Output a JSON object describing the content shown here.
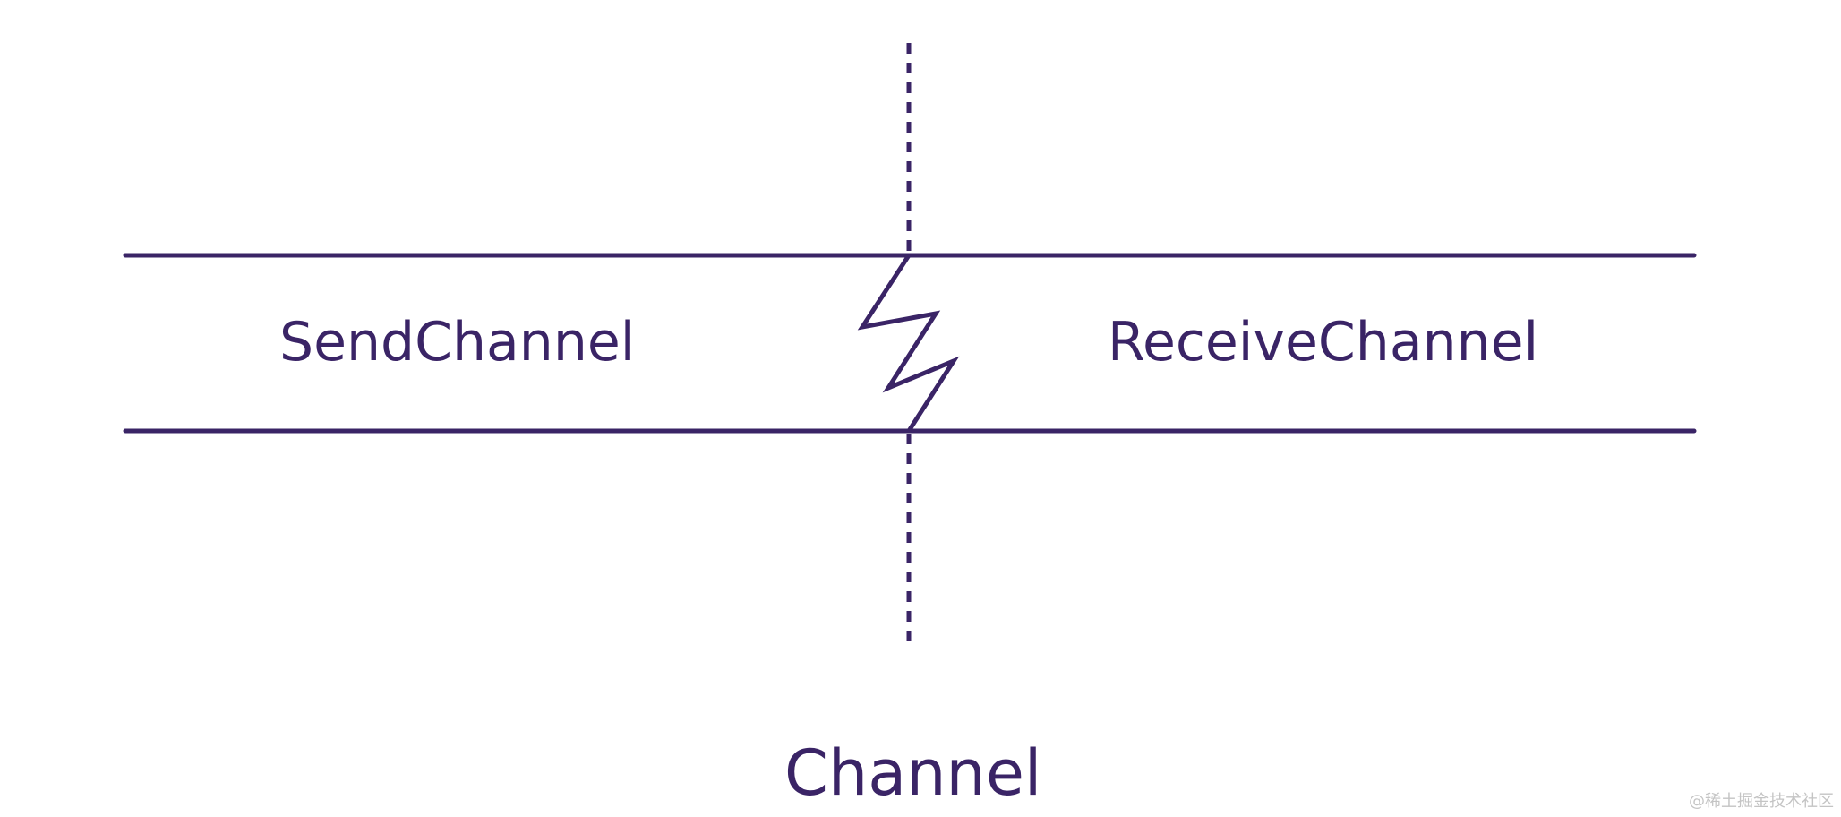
{
  "labels": {
    "send": "SendChannel",
    "receive": "ReceiveChannel",
    "channel": "Channel"
  },
  "watermark": "@稀土掘金技术社区",
  "colors": {
    "stroke": "#3a2466",
    "text": "#3a2466",
    "watermark": "#c4c4c4"
  }
}
